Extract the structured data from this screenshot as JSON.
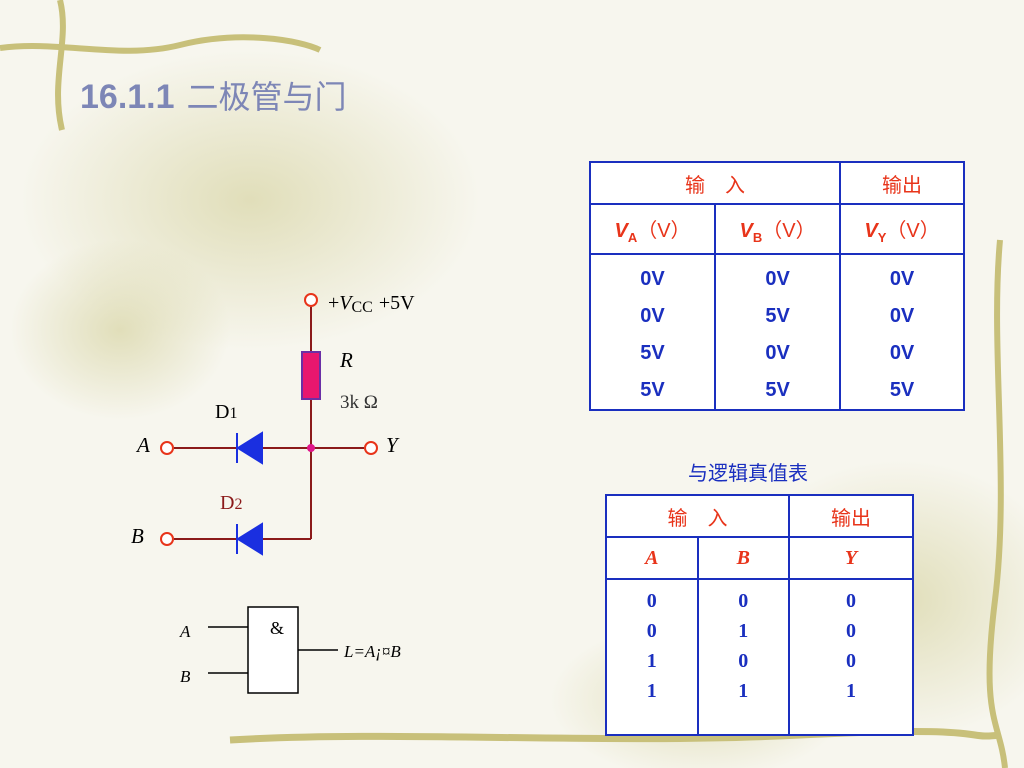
{
  "slide": {
    "section_number": "16.1.1",
    "section_title": "二极管与门"
  },
  "circuit": {
    "vcc_label_plus": "+",
    "vcc_label_v": "V",
    "vcc_label_sub": "CC",
    "vcc_value": "+5V",
    "resistor_name": "R",
    "resistor_value": "3k Ω",
    "diode1_label": "D",
    "diode1_sub": "1",
    "diode2_label": "D",
    "diode2_sub": "2",
    "input_a": "A",
    "input_b": "B",
    "output_y": "Y"
  },
  "gate": {
    "input_a": "A",
    "input_b": "B",
    "symbol": "&",
    "output_expression": "L=A¡¤B"
  },
  "voltage_table": {
    "header_input": "输　入",
    "header_output": "输出",
    "col_a": {
      "var": "V",
      "sub": "A",
      "unit": "（V）"
    },
    "col_b": {
      "var": "V",
      "sub": "B",
      "unit": "（V）"
    },
    "col_y": {
      "var": "V",
      "sub": "Y",
      "unit": "（V）"
    },
    "rows": [
      [
        "0V",
        "0V",
        "0V"
      ],
      [
        "0V",
        "5V",
        "0V"
      ],
      [
        "5V",
        "0V",
        "0V"
      ],
      [
        "5V",
        "5V",
        "5V"
      ]
    ]
  },
  "truth_table": {
    "caption": "与逻辑真值表",
    "header_input": "输　入",
    "header_output": "输出",
    "col_a": "A",
    "col_b": "B",
    "col_y": "Y",
    "rows": [
      [
        "0",
        "0",
        "0"
      ],
      [
        "0",
        "1",
        "0"
      ],
      [
        "1",
        "0",
        "0"
      ],
      [
        "1",
        "1",
        "1"
      ]
    ]
  },
  "colors": {
    "title": "#7d86b6",
    "table_border": "#1a2fbf",
    "header_red": "#e8341a",
    "wire": "#8b1a1a",
    "diode": "#1a2fe0",
    "resistor": "#e8176e"
  }
}
